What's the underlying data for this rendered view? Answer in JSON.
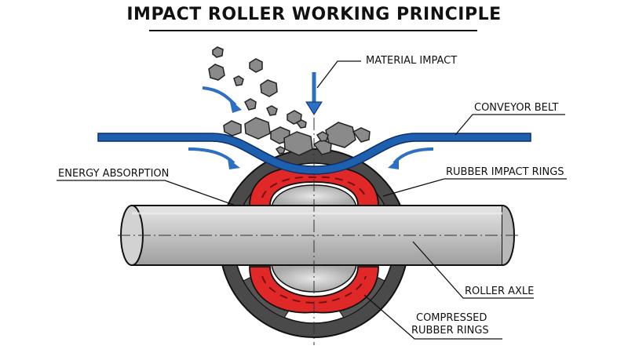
{
  "title": "IMPACT ROLLER WORKING PRINCIPLE",
  "labels": {
    "material_impact": "MATERIAL IMPACT",
    "conveyor_belt": "CONVEYOR BELT",
    "energy_absorption": "ENERGY ABSORPTION",
    "rubber_impact_rings": "RUBBER IMPACT RINGS",
    "roller_axle": "ROLLER AXLE",
    "compressed_rubber_rings_line1": "COMPRESSED",
    "compressed_rubber_rings_line2": "RUBBER RINGS"
  },
  "colors": {
    "belt": "#1f5fb0",
    "arrow": "#2d6fc2",
    "rubber": "#e02828",
    "rubber_dark": "#b01818",
    "housing": "#4a4a4a",
    "axle": "#c9c9c9",
    "rock": "#8a8a8a"
  }
}
